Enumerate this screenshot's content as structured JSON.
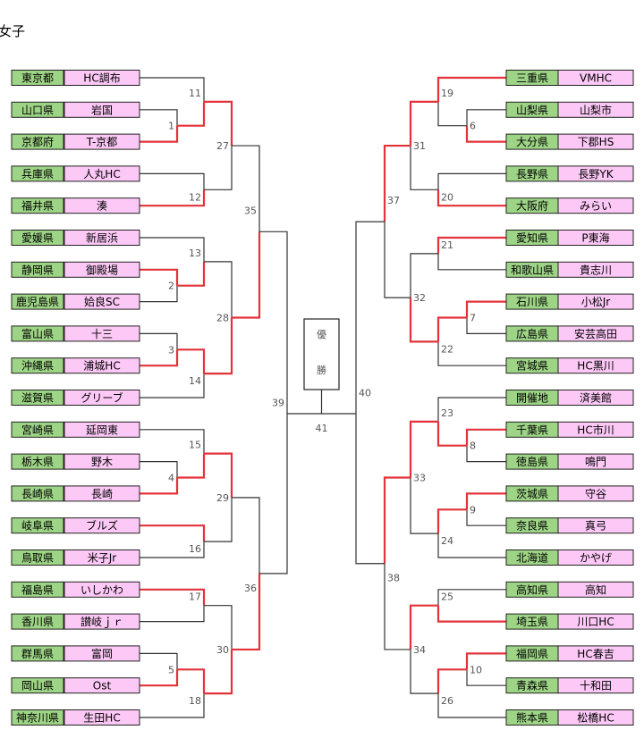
{
  "title": "女子",
  "champion_label": [
    "優",
    "勝"
  ],
  "left": [
    {
      "pref": "東京都",
      "team": "HC調布"
    },
    {
      "pref": "山口県",
      "team": "岩国"
    },
    {
      "pref": "京都府",
      "team": "T-京都"
    },
    {
      "pref": "兵庫県",
      "team": "人丸HC"
    },
    {
      "pref": "福井県",
      "team": "湊"
    },
    {
      "pref": "愛媛県",
      "team": "新居浜"
    },
    {
      "pref": "静岡県",
      "team": "御殿場"
    },
    {
      "pref": "鹿児島県",
      "team": "姶良SC"
    },
    {
      "pref": "富山県",
      "team": "十三"
    },
    {
      "pref": "沖縄県",
      "team": "浦城HC"
    },
    {
      "pref": "滋賀県",
      "team": "グリーブ"
    },
    {
      "pref": "宮崎県",
      "team": "延岡東"
    },
    {
      "pref": "栃木県",
      "team": "野木"
    },
    {
      "pref": "長崎県",
      "team": "長崎"
    },
    {
      "pref": "岐阜県",
      "team": "ブルズ"
    },
    {
      "pref": "鳥取県",
      "team": "米子Jr"
    },
    {
      "pref": "福島県",
      "team": "いしかわ"
    },
    {
      "pref": "香川県",
      "team": "讃岐ｊｒ"
    },
    {
      "pref": "群馬県",
      "team": "富岡"
    },
    {
      "pref": "岡山県",
      "team": "Ost"
    },
    {
      "pref": "神奈川県",
      "team": "生田HC"
    }
  ],
  "right": [
    {
      "pref": "三重県",
      "team": "VMHC"
    },
    {
      "pref": "山梨県",
      "team": "山梨市"
    },
    {
      "pref": "大分県",
      "team": "下郡HS"
    },
    {
      "pref": "長野県",
      "team": "長野YK"
    },
    {
      "pref": "大阪府",
      "team": "みらい"
    },
    {
      "pref": "愛知県",
      "team": "P東海"
    },
    {
      "pref": "和歌山県",
      "team": "貴志川"
    },
    {
      "pref": "石川県",
      "team": "小松Jr"
    },
    {
      "pref": "広島県",
      "team": "安芸高田"
    },
    {
      "pref": "宮城県",
      "team": "HC黒川"
    },
    {
      "pref": "開催地",
      "team": "済美館"
    },
    {
      "pref": "千葉県",
      "team": "HC市川"
    },
    {
      "pref": "徳島県",
      "team": "鳴門"
    },
    {
      "pref": "茨城県",
      "team": "守谷"
    },
    {
      "pref": "奈良県",
      "team": "真弓"
    },
    {
      "pref": "北海道",
      "team": "かやげ"
    },
    {
      "pref": "高知県",
      "team": "高知"
    },
    {
      "pref": "埼玉県",
      "team": "川口HC"
    },
    {
      "pref": "福岡県",
      "team": "HC春吉"
    },
    {
      "pref": "青森県",
      "team": "十和田"
    },
    {
      "pref": "熊本県",
      "team": "松橋HC"
    }
  ],
  "match_numbers": [
    "1",
    "2",
    "3",
    "4",
    "5",
    "6",
    "7",
    "8",
    "9",
    "10",
    "11",
    "12",
    "13",
    "14",
    "15",
    "16",
    "17",
    "18",
    "19",
    "20",
    "21",
    "22",
    "23",
    "24",
    "25",
    "26",
    "27",
    "28",
    "29",
    "30",
    "31",
    "32",
    "33",
    "34",
    "35",
    "36",
    "37",
    "38",
    "39",
    "40",
    "41"
  ]
}
